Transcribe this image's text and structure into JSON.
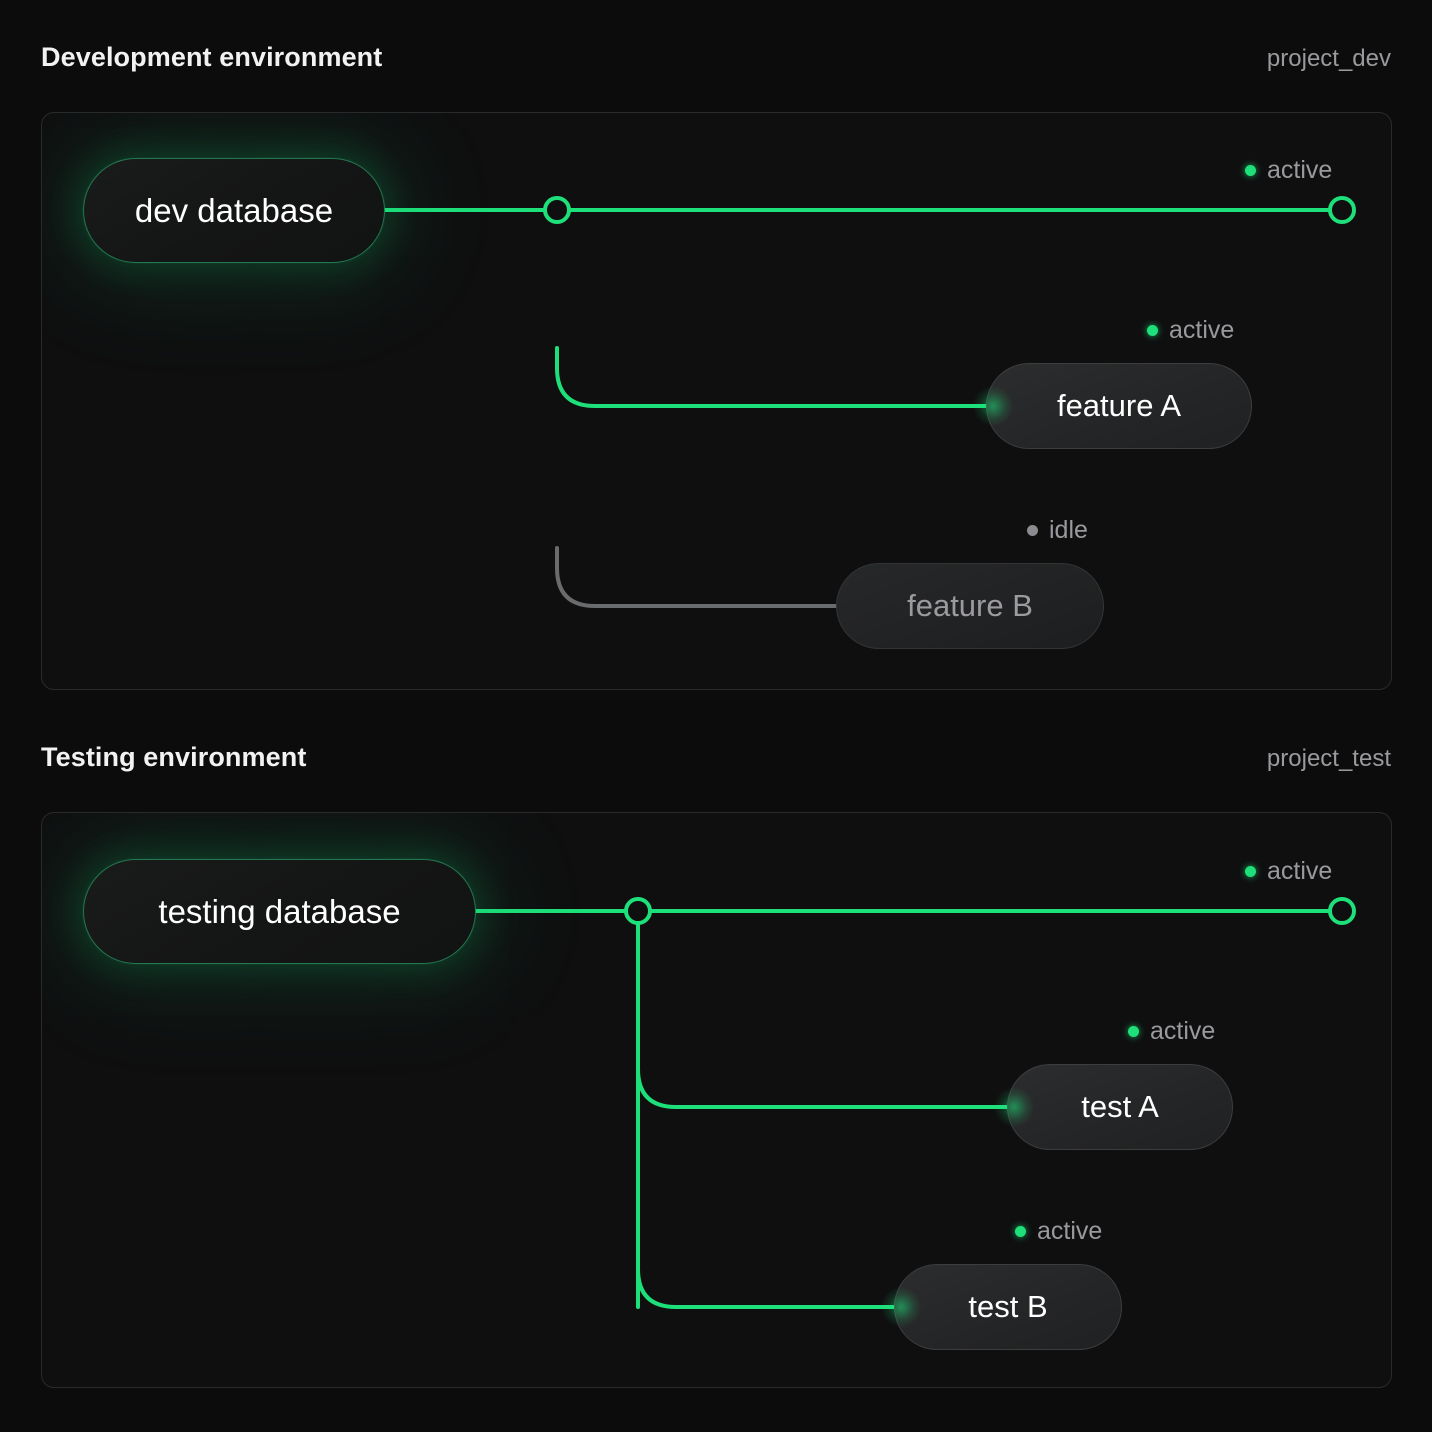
{
  "page": {
    "background": "#0c0c0d",
    "accent_green": "#1ee07a",
    "idle_gray": "#8b8b90"
  },
  "sections": [
    {
      "title": "Development environment",
      "project": "project_dev",
      "source": {
        "label": "dev database",
        "status": "active"
      },
      "trunk_status": "active",
      "endpoint_status": {
        "label": "active",
        "state": "active"
      },
      "branches": [
        {
          "label": "feature A",
          "status_label": "active",
          "state": "active"
        },
        {
          "label": "feature B",
          "status_label": "idle",
          "state": "idle"
        }
      ]
    },
    {
      "title": "Testing environment",
      "project": "project_test",
      "source": {
        "label": "testing database",
        "status": "active"
      },
      "trunk_status": "active",
      "endpoint_status": {
        "label": "active",
        "state": "active"
      },
      "branches": [
        {
          "label": "test A",
          "status_label": "active",
          "state": "active"
        },
        {
          "label": "test B",
          "status_label": "active",
          "state": "active"
        }
      ]
    }
  ]
}
